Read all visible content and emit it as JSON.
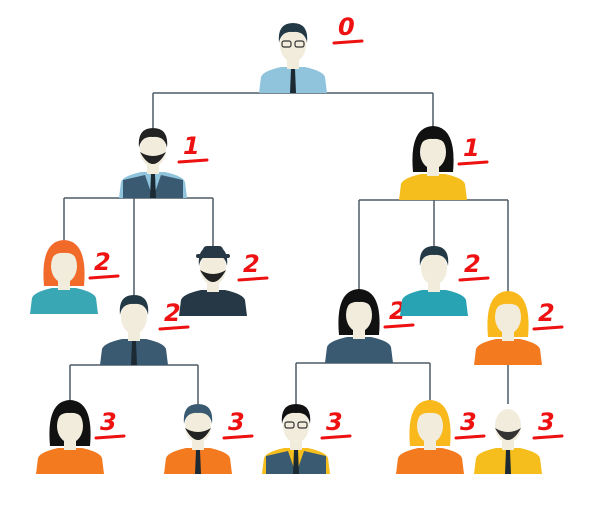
{
  "diagram": {
    "type": "hierarchy-tree",
    "colors": {
      "line": "#4d5b66",
      "label": "#ee1111",
      "skin": "#f1ecdc"
    },
    "nodes": [
      {
        "id": "root",
        "level_label": "0",
        "shirt": "#8fc4dc",
        "hair": "#233a46",
        "accessory": "glasses-goatee",
        "parent": null
      },
      {
        "id": "l1-left",
        "level_label": "1",
        "shirt": "#8fc4dc",
        "vest": "#3a5a72",
        "hair": "#222",
        "accessory": "beard",
        "parent": "root"
      },
      {
        "id": "l1-right",
        "level_label": "1",
        "shirt": "#f6be1d",
        "hair": "#111",
        "accessory": "female",
        "parent": "root"
      },
      {
        "id": "l2-redhead",
        "level_label": "2",
        "shirt": "#3aa7b5",
        "hair": "#f26a2a",
        "accessory": "female",
        "parent": "l1-left"
      },
      {
        "id": "l2-suit",
        "level_label": "2",
        "shirt": "#3a5a72",
        "hair": "#233a46",
        "accessory": "tie",
        "parent": "l1-left"
      },
      {
        "id": "l2-hat",
        "level_label": "2",
        "shirt": "#263845",
        "hair": "#263845",
        "accessory": "hat-beard",
        "parent": "l1-left"
      },
      {
        "id": "l2-bun",
        "level_label": "2",
        "shirt": "#3a5a72",
        "hair": "#111",
        "accessory": "female",
        "parent": "l1-right"
      },
      {
        "id": "l2-teal",
        "level_label": "2",
        "shirt": "#27a3b3",
        "hair": "#233a46",
        "accessory": "none",
        "parent": "l1-right"
      },
      {
        "id": "l2-blonde",
        "level_label": "2",
        "shirt": "#f47a20",
        "hair": "#f9b81b",
        "accessory": "female",
        "parent": "l1-right"
      },
      {
        "id": "l3-bob",
        "level_label": "3",
        "shirt": "#f47a20",
        "hair": "#111",
        "accessory": "female",
        "parent": "l2-suit"
      },
      {
        "id": "l3-beard",
        "level_label": "3",
        "shirt": "#f47a20",
        "hair": "#3a5a72",
        "accessory": "beard",
        "parent": "l2-suit"
      },
      {
        "id": "l3-glasses",
        "level_label": "3",
        "shirt": "#f6be1d",
        "vest": "#3a5a72",
        "hair": "#111",
        "accessory": "glasses",
        "parent": "l2-bun"
      },
      {
        "id": "l3-braids",
        "level_label": "3",
        "shirt": "#f47a20",
        "hair": "#f9b81b",
        "accessory": "female",
        "parent": "l2-bun"
      },
      {
        "id": "l3-bald",
        "level_label": "3",
        "shirt": "#f6be1d",
        "hair": "#f1ecdc",
        "accessory": "beard",
        "parent": "l2-blonde"
      }
    ]
  }
}
